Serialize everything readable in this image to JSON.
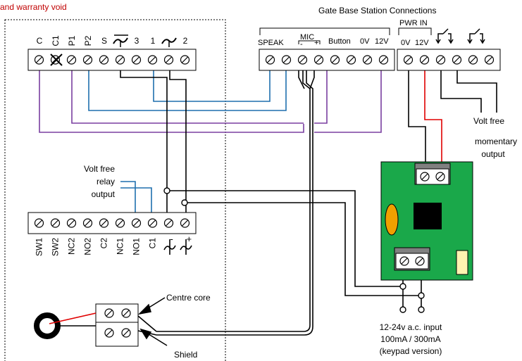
{
  "header": {
    "warning_line": "and warranty void",
    "title": "Gate Base Station Connections"
  },
  "top_left_terminals": [
    "C",
    "C1",
    "P1",
    "P2",
    "S",
    "~",
    "3",
    "1",
    "~",
    "2"
  ],
  "base_terminals": {
    "speak": "SPEAK",
    "mic": "MIC",
    "mic_minus": "-",
    "mic_plus": "+",
    "button": "Button",
    "zero_v": "0V",
    "twelve_v": "12V"
  },
  "power": {
    "pwr_in": "PWR IN",
    "zero_v": "0V",
    "twelve_v": "12V"
  },
  "relay_note": [
    "Volt free",
    "relay",
    "output"
  ],
  "momentary_note": [
    "Volt free",
    "momentary",
    "output"
  ],
  "bottom_terminals": [
    "SW1",
    "SW2",
    "NC2",
    "NO2",
    "C2",
    "NC1",
    "NO1",
    "C1",
    "-",
    "+"
  ],
  "coax": {
    "centre_core": "Centre core",
    "shield": "Shield"
  },
  "input_note": [
    "12-24v a.c. input",
    "100mA / 300mA",
    "(keypad version)"
  ],
  "colors": {
    "wire_black": "#000000",
    "wire_blue": "#1f6fae",
    "wire_purple": "#7a3fa0",
    "wire_red": "#e00000",
    "pcb_green": "#1aa84a",
    "capacitor_orange": "#f0a000",
    "cream": "#fff3b0",
    "terminal_grey": "#808080",
    "warning_red": "#c00000"
  }
}
